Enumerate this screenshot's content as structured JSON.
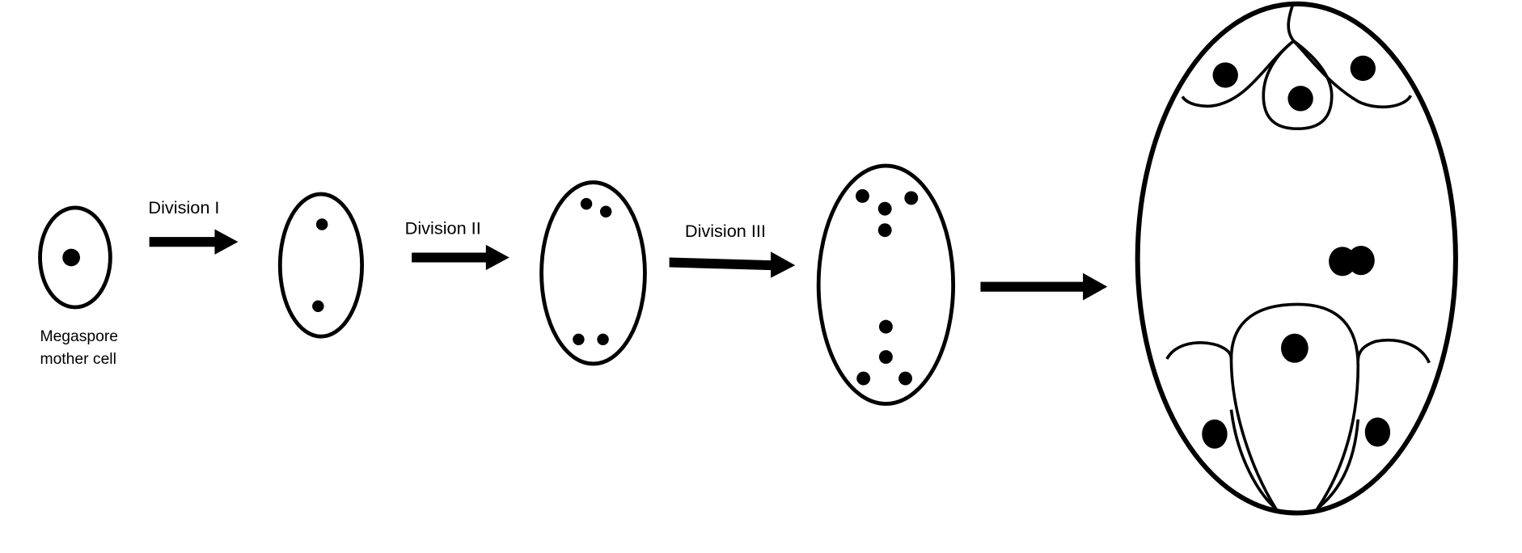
{
  "labels": {
    "division_1": "Division I",
    "division_2": "Division II",
    "division_3": "Division III",
    "mother_cell_line1": "Megaspore",
    "mother_cell_line2": "mother cell"
  },
  "stages": [
    {
      "nuclei": 1
    },
    {
      "nuclei": 2
    },
    {
      "nuclei": 4
    },
    {
      "nuclei": 8
    },
    {
      "nuclei": 8,
      "cells": 7
    }
  ],
  "colors": {
    "stroke": "#000000",
    "background": "#ffffff"
  }
}
